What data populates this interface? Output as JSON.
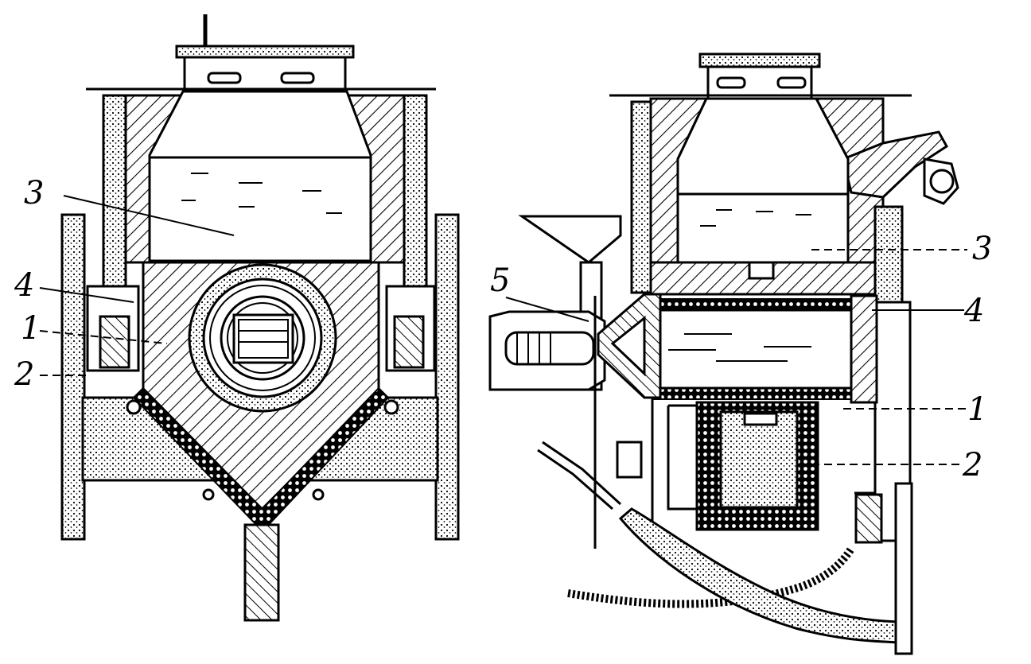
{
  "figure": {
    "left_view": {
      "callouts": [
        {
          "id": "label-3-left",
          "text": "3"
        },
        {
          "id": "label-4-left",
          "text": "4"
        },
        {
          "id": "label-1-left",
          "text": "1"
        },
        {
          "id": "label-2-left",
          "text": "2"
        }
      ]
    },
    "right_view": {
      "callouts": [
        {
          "id": "label-5-right",
          "text": "5"
        },
        {
          "id": "label-3-right",
          "text": "3"
        },
        {
          "id": "label-4-right",
          "text": "4"
        },
        {
          "id": "label-1-right",
          "text": "1"
        },
        {
          "id": "label-2-right",
          "text": "2"
        }
      ]
    }
  },
  "colors": {
    "ink": "#000000",
    "paper": "#ffffff"
  }
}
